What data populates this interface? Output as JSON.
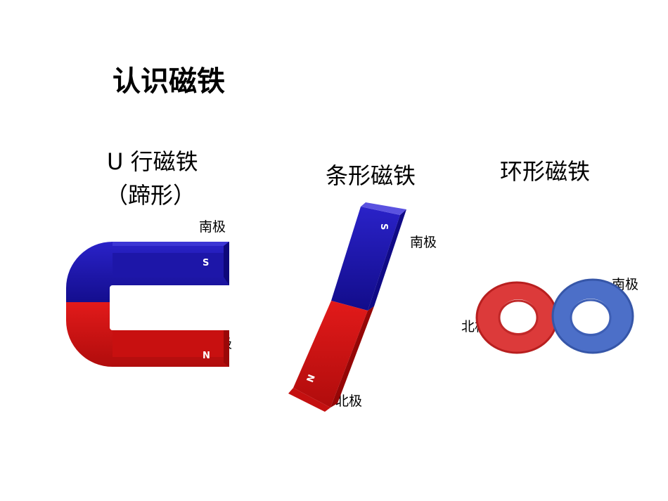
{
  "title": "认识磁铁",
  "magnets": {
    "horseshoe": {
      "label_line1": "U 行磁铁",
      "label_line2": "（蹄形）",
      "south_label": "南极",
      "north_label": "北极",
      "south_letter": "S",
      "north_letter": "N"
    },
    "bar": {
      "label": "条形磁铁",
      "south_label": "南极",
      "north_label": "北极",
      "south_letter": "S",
      "north_letter": "N"
    },
    "ring": {
      "label": "环形磁铁",
      "south_label": "南极",
      "north_label": "北极"
    }
  },
  "colors": {
    "south": "#1a12b0",
    "north": "#d01212"
  }
}
